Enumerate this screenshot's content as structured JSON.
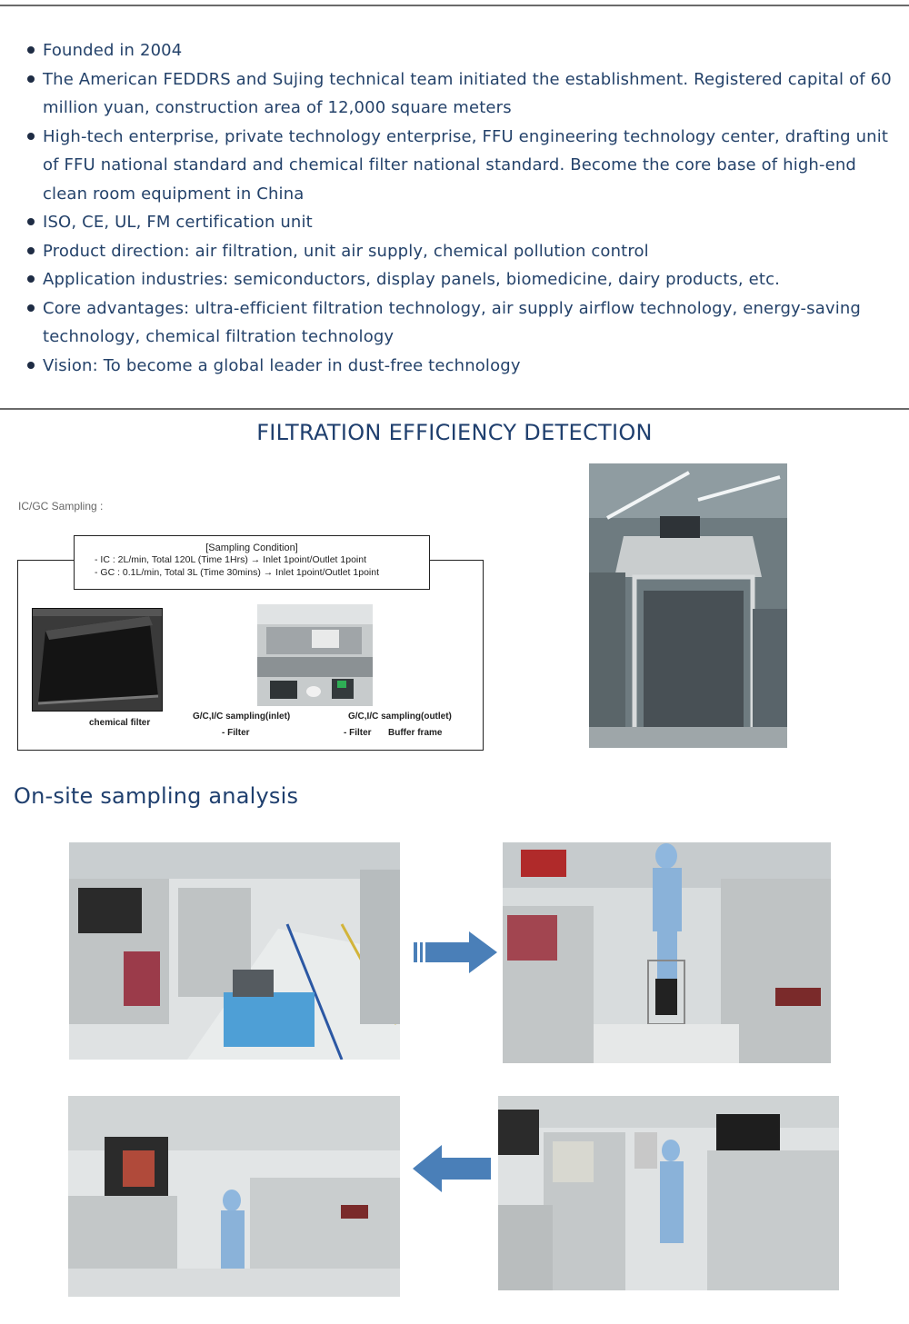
{
  "about": {
    "items": [
      "Founded in 2004",
      "The American FEDDRS and Sujing technical team initiated the establishment. Registered capital of 60 million yuan, construction area of 12,000 square meters",
      "High-tech enterprise, private technology enterprise, FFU engineering technology center, drafting unit of FFU national standard and chemical filter national standard. Become the core base of high-end clean room equipment in China",
      "ISO, CE, UL, FM certification unit",
      "Product direction: air filtration, unit air supply, chemical pollution control",
      "Application industries: semiconductors, display panels, biomedicine, dairy products, etc.",
      "Core advantages: ultra-efficient filtration technology, air supply airflow technology, energy-saving technology, chemical filtration technology",
      "Vision: To become a global leader in dust-free technology"
    ]
  },
  "detection": {
    "title": "FILTRATION EFFICIENCY DETECTION",
    "diagram": {
      "caption": "IC/GC Sampling :",
      "condition_title": "[Sampling Condition]",
      "condition_lines": [
        "- IC : 2L/min, Total 120L (Time 1Hrs) → Inlet 1point/Outlet 1point",
        "- GC : 0.1L/min, Total 3L (Time 30mins) → Inlet 1point/Outlet 1point"
      ],
      "label_filter": "chemical filter",
      "label_inlet": "G/C,I/C sampling(inlet)",
      "label_inlet_sub": "- Filter",
      "label_outlet": "G/C,I/C sampling(outlet)",
      "label_outlet_sub": "- Filter",
      "label_buffer": "Buffer frame"
    }
  },
  "onsite": {
    "title": "On-site sampling analysis"
  },
  "colors": {
    "text": "#24426a",
    "arrow": "#4a7fb8",
    "rule": "#6a6a6a"
  }
}
